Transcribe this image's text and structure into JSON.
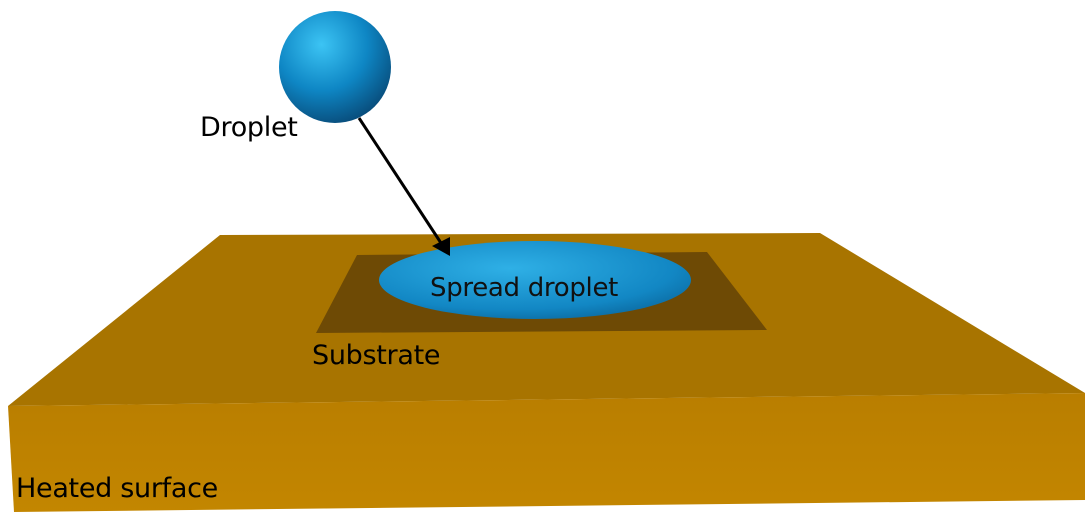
{
  "labels": {
    "droplet": "Droplet",
    "spread_droplet": "Spread droplet",
    "substrate": "Substrate",
    "heated_surface": "Heated surface"
  },
  "colors": {
    "background": "#ffffff",
    "heated_surface_top": "#a87400",
    "heated_surface_front": "#bf8200",
    "substrate": "#6e4a05",
    "droplet_highlight": "#35b8ee",
    "droplet_base": "#0b7bb8",
    "droplet_shadow": "#084f80",
    "arrow": "#000000"
  }
}
